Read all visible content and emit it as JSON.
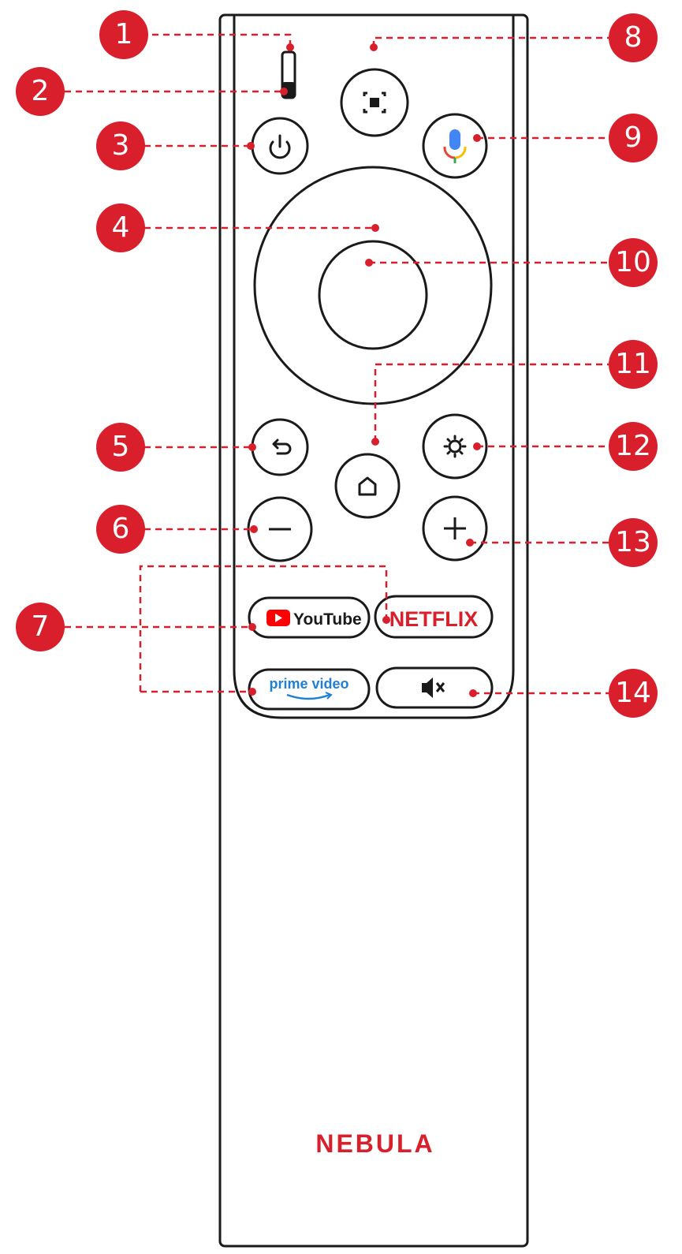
{
  "colors": {
    "accent": "#d81f2b",
    "outline": "#1a1a1a",
    "youtube_red": "#ff0000",
    "prime_blue": "#1f7fd6",
    "mic_blue": "#4285f4",
    "mic_red": "#ea4335",
    "mic_yellow": "#fbbc05",
    "mic_green": "#34a853"
  },
  "callouts": [
    {
      "number": "1"
    },
    {
      "number": "2"
    },
    {
      "number": "3"
    },
    {
      "number": "4"
    },
    {
      "number": "5"
    },
    {
      "number": "6"
    },
    {
      "number": "7"
    },
    {
      "number": "8"
    },
    {
      "number": "9"
    },
    {
      "number": "10"
    },
    {
      "number": "11"
    },
    {
      "number": "12"
    },
    {
      "number": "13"
    },
    {
      "number": "14"
    }
  ],
  "buttons": {
    "youtube": {
      "label": "YouTube",
      "icon": "youtube-play-icon"
    },
    "netflix": {
      "label": "NETFLIX"
    },
    "prime": {
      "label": "prime video",
      "icon": "amazon-smile-icon"
    },
    "mute": {
      "icon": "mute-icon"
    },
    "power": {
      "icon": "power-icon"
    },
    "screen": {
      "icon": "screen-focus-icon"
    },
    "mic": {
      "icon": "microphone-icon"
    },
    "back": {
      "icon": "back-arrow-icon"
    },
    "home": {
      "icon": "home-icon"
    },
    "settings": {
      "icon": "gear-icon"
    },
    "vol_down": {
      "icon": "minus-icon"
    },
    "vol_up": {
      "icon": "plus-icon"
    }
  },
  "brand": "NEBULA"
}
